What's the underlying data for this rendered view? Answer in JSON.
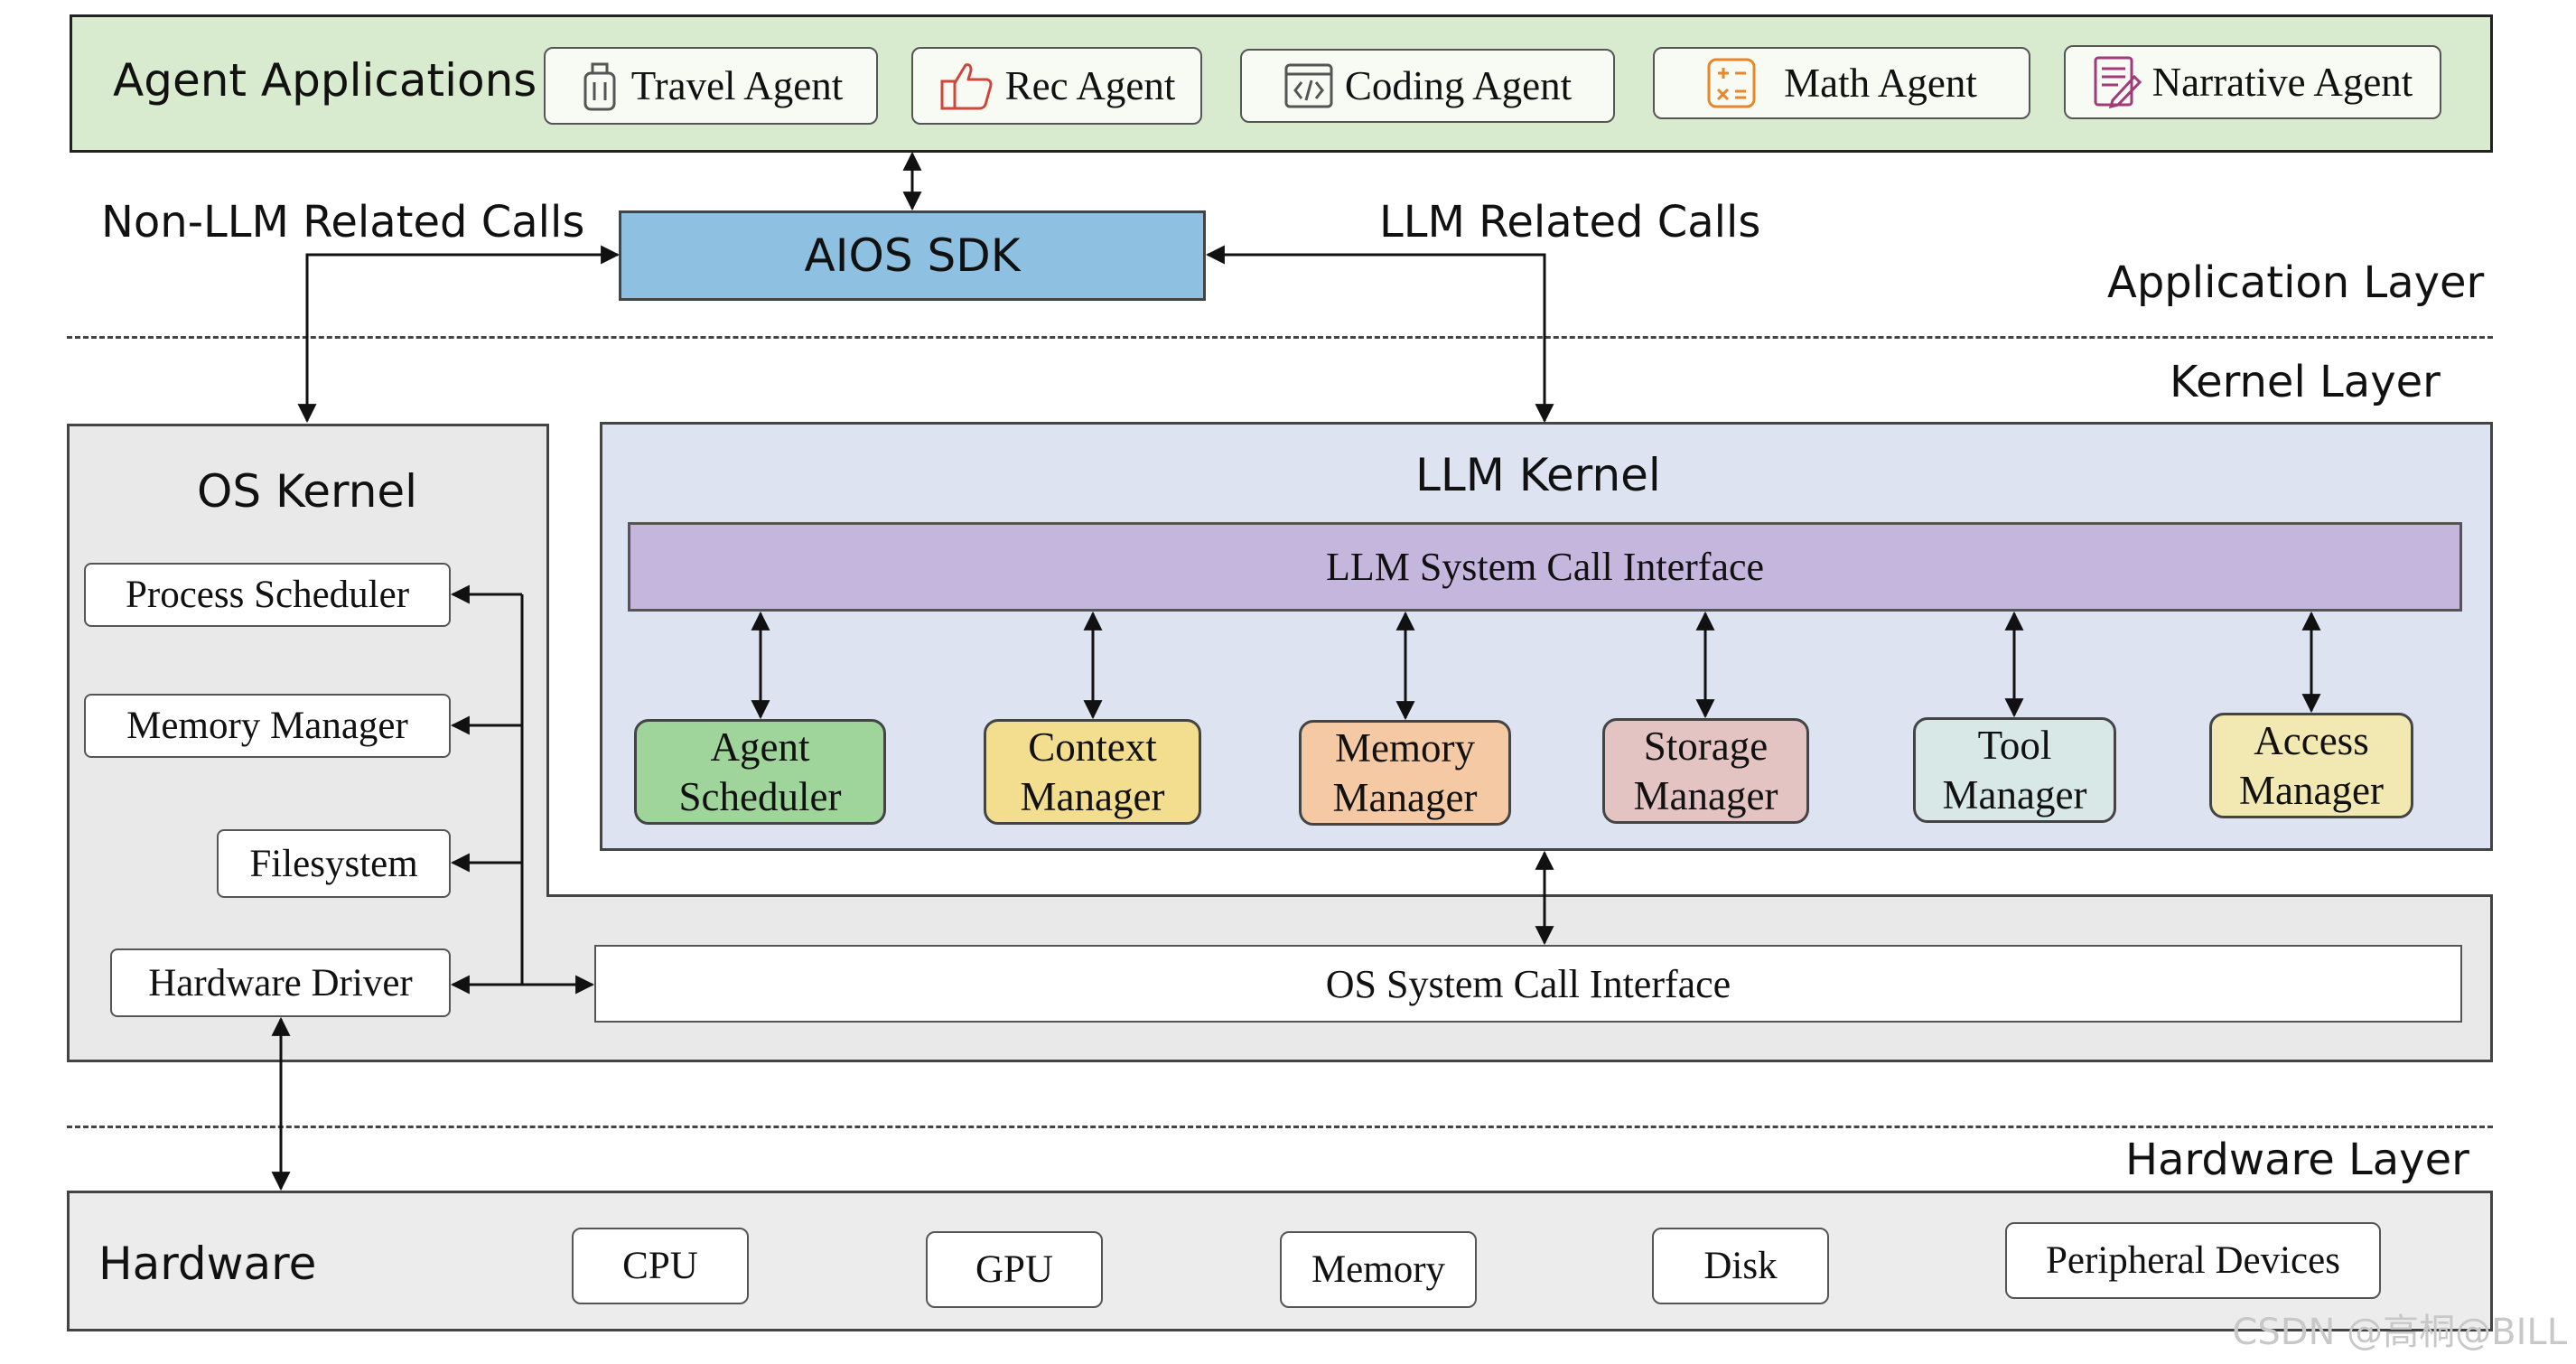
{
  "application_layer": {
    "label": "Application Layer",
    "agent_applications": {
      "title": "Agent Applications",
      "agents": [
        {
          "label": "Travel Agent",
          "icon": "luggage-icon"
        },
        {
          "label": "Rec Agent",
          "icon": "thumbs-up-icon"
        },
        {
          "label": "Coding Agent",
          "icon": "code-window-icon"
        },
        {
          "label": "Math Agent",
          "icon": "calculator-icon"
        },
        {
          "label": "Narrative Agent",
          "icon": "document-pen-icon"
        }
      ]
    },
    "sdk": "AIOS SDK",
    "non_llm_calls": "Non-LLM Related Calls",
    "llm_calls": "LLM Related Calls"
  },
  "kernel_layer": {
    "label": "Kernel Layer",
    "os_kernel": {
      "title": "OS Kernel",
      "components": [
        "Process Scheduler",
        "Memory Manager",
        "Filesystem",
        "Hardware Driver"
      ],
      "syscall_interface": "OS System Call Interface"
    },
    "llm_kernel": {
      "title": "LLM Kernel",
      "syscall_interface": "LLM System Call Interface",
      "modules": [
        {
          "line1": "Agent",
          "line2": "Scheduler",
          "color": "#9fd49a"
        },
        {
          "line1": "Context",
          "line2": "Manager",
          "color": "#f2de8e"
        },
        {
          "line1": "Memory",
          "line2": "Manager",
          "color": "#f5c9a4"
        },
        {
          "line1": "Storage",
          "line2": "Manager",
          "color": "#e4c3c3"
        },
        {
          "line1": "Tool",
          "line2": "Manager",
          "color": "#d8e8e6"
        },
        {
          "line1": "Access",
          "line2": "Manager",
          "color": "#f1e8b2"
        }
      ]
    }
  },
  "hardware_layer": {
    "label": "Hardware Layer",
    "title": "Hardware",
    "devices": [
      "CPU",
      "GPU",
      "Memory",
      "Disk",
      "Peripheral Devices"
    ]
  },
  "watermark": "CSDN @高桐@BILL"
}
